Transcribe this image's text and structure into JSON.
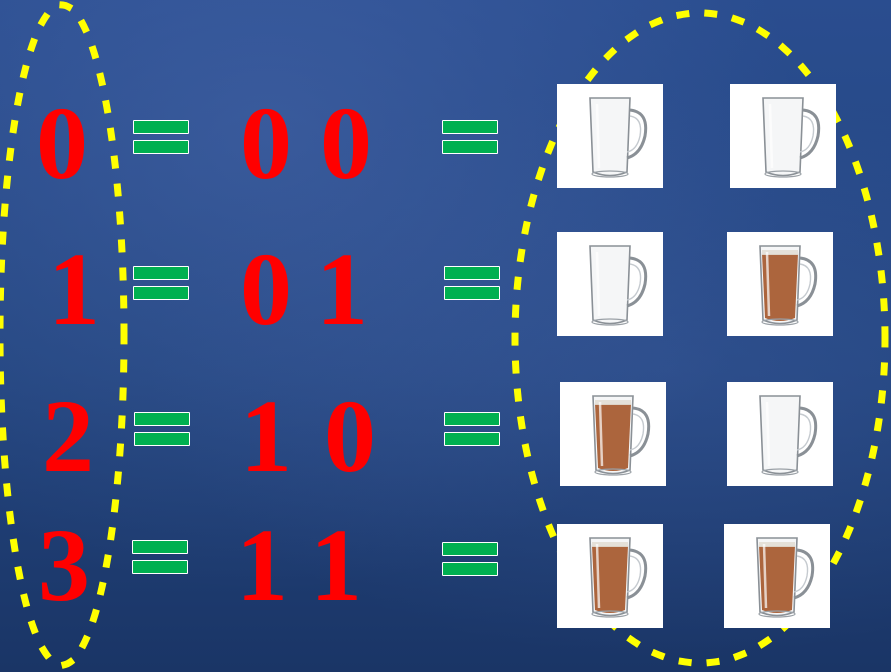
{
  "rows": [
    {
      "decimal": "0",
      "binary_left": "0",
      "binary_right": "0",
      "cup_left": "empty",
      "cup_right": "empty"
    },
    {
      "decimal": "1",
      "binary_left": "0",
      "binary_right": "1",
      "cup_left": "empty",
      "cup_right": "full"
    },
    {
      "decimal": "2",
      "binary_left": "1",
      "binary_right": "0",
      "cup_left": "full",
      "cup_right": "empty"
    },
    {
      "decimal": "3",
      "binary_left": "1",
      "binary_right": "1",
      "cup_left": "full",
      "cup_right": "full"
    }
  ],
  "colors": {
    "digit": "#ff0000",
    "equals": "#00b050",
    "dotted_outline": "#ffff00",
    "background": "#23457f",
    "tea": "#a0400a"
  },
  "icons": {
    "empty_cup": "empty-glass-mug-icon",
    "full_cup": "tea-glass-mug-icon"
  }
}
